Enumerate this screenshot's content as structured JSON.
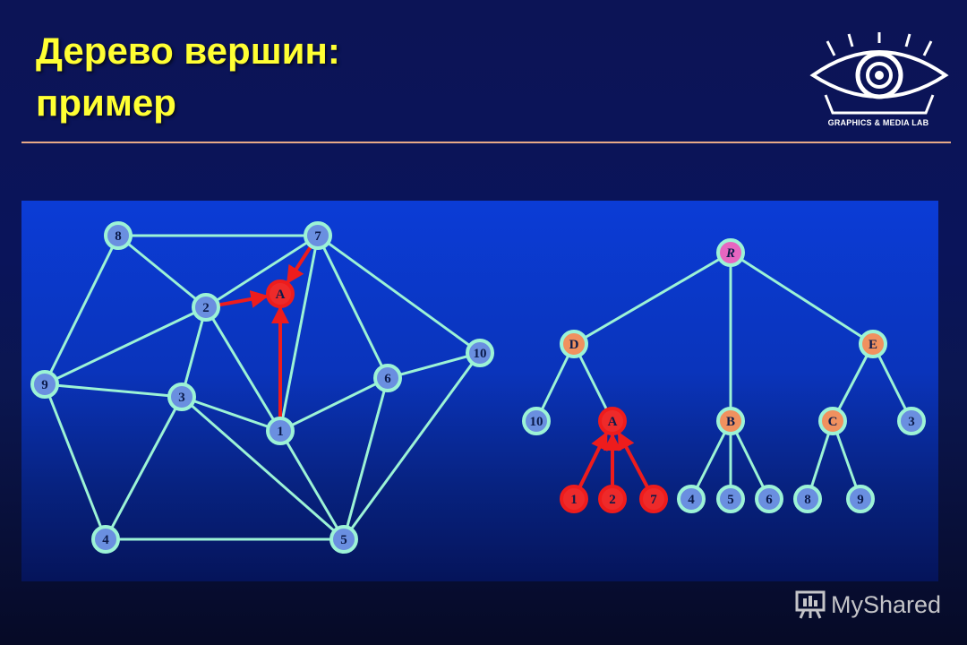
{
  "title": {
    "line1": "Дерево вершин:",
    "line2": "пример"
  },
  "logo": {
    "icon": "eye-logo-icon",
    "text": "GRAPHICS & MEDIA LAB"
  },
  "watermark": {
    "icon": "presentation-board-icon",
    "text": "MyShared"
  },
  "colors": {
    "title": "#ffff33",
    "divider": "#e8a987",
    "edge": "#9cf3d6",
    "node_blue": "#6a8fe0",
    "node_orange": "#f0915f",
    "node_pink": "#e766c0",
    "node_red": "#ee2a2a",
    "arrow_red": "#ee1c1c"
  },
  "graph": {
    "nodes": [
      {
        "id": "8",
        "label": "8",
        "kind": "blue"
      },
      {
        "id": "7",
        "label": "7",
        "kind": "blue"
      },
      {
        "id": "A",
        "label": "A",
        "kind": "red"
      },
      {
        "id": "2",
        "label": "2",
        "kind": "blue"
      },
      {
        "id": "10",
        "label": "10",
        "kind": "blue"
      },
      {
        "id": "9",
        "label": "9",
        "kind": "blue"
      },
      {
        "id": "3",
        "label": "3",
        "kind": "blue"
      },
      {
        "id": "6",
        "label": "6",
        "kind": "blue"
      },
      {
        "id": "1",
        "label": "1",
        "kind": "blue"
      },
      {
        "id": "4",
        "label": "4",
        "kind": "blue"
      },
      {
        "id": "5",
        "label": "5",
        "kind": "blue"
      }
    ],
    "edges": [
      [
        "8",
        "7"
      ],
      [
        "8",
        "2"
      ],
      [
        "8",
        "9"
      ],
      [
        "7",
        "2"
      ],
      [
        "7",
        "1"
      ],
      [
        "7",
        "6"
      ],
      [
        "7",
        "10"
      ],
      [
        "2",
        "9"
      ],
      [
        "2",
        "3"
      ],
      [
        "2",
        "1"
      ],
      [
        "9",
        "3"
      ],
      [
        "9",
        "4"
      ],
      [
        "3",
        "1"
      ],
      [
        "3",
        "4"
      ],
      [
        "3",
        "5"
      ],
      [
        "1",
        "6"
      ],
      [
        "1",
        "5"
      ],
      [
        "6",
        "10"
      ],
      [
        "6",
        "5"
      ],
      [
        "10",
        "5"
      ],
      [
        "4",
        "5"
      ]
    ],
    "arrows": [
      [
        "2",
        "A"
      ],
      [
        "7",
        "A"
      ],
      [
        "1",
        "A"
      ]
    ]
  },
  "tree": {
    "nodes": [
      {
        "id": "R",
        "label": "R",
        "kind": "pink",
        "italic": true
      },
      {
        "id": "D",
        "label": "D",
        "kind": "orange"
      },
      {
        "id": "B",
        "label": "B",
        "kind": "orange"
      },
      {
        "id": "E",
        "label": "E",
        "kind": "orange"
      },
      {
        "id": "t10",
        "label": "10",
        "kind": "blue"
      },
      {
        "id": "tA",
        "label": "A",
        "kind": "red"
      },
      {
        "id": "C",
        "label": "C",
        "kind": "orange"
      },
      {
        "id": "t3",
        "label": "3",
        "kind": "blue"
      },
      {
        "id": "t1",
        "label": "1",
        "kind": "red"
      },
      {
        "id": "t2",
        "label": "2",
        "kind": "red"
      },
      {
        "id": "t7",
        "label": "7",
        "kind": "red"
      },
      {
        "id": "t4",
        "label": "4",
        "kind": "blue"
      },
      {
        "id": "t5",
        "label": "5",
        "kind": "blue"
      },
      {
        "id": "t6",
        "label": "6",
        "kind": "blue"
      },
      {
        "id": "t8",
        "label": "8",
        "kind": "blue"
      },
      {
        "id": "t9",
        "label": "9",
        "kind": "blue"
      }
    ],
    "edges": [
      [
        "R",
        "D"
      ],
      [
        "R",
        "B"
      ],
      [
        "R",
        "E"
      ],
      [
        "D",
        "t10"
      ],
      [
        "D",
        "tA"
      ],
      [
        "E",
        "C"
      ],
      [
        "E",
        "t3"
      ],
      [
        "B",
        "t4"
      ],
      [
        "B",
        "t5"
      ],
      [
        "B",
        "t6"
      ],
      [
        "C",
        "t8"
      ],
      [
        "C",
        "t9"
      ]
    ],
    "arrows": [
      [
        "t1",
        "tA"
      ],
      [
        "t2",
        "tA"
      ],
      [
        "t7",
        "tA"
      ]
    ]
  }
}
